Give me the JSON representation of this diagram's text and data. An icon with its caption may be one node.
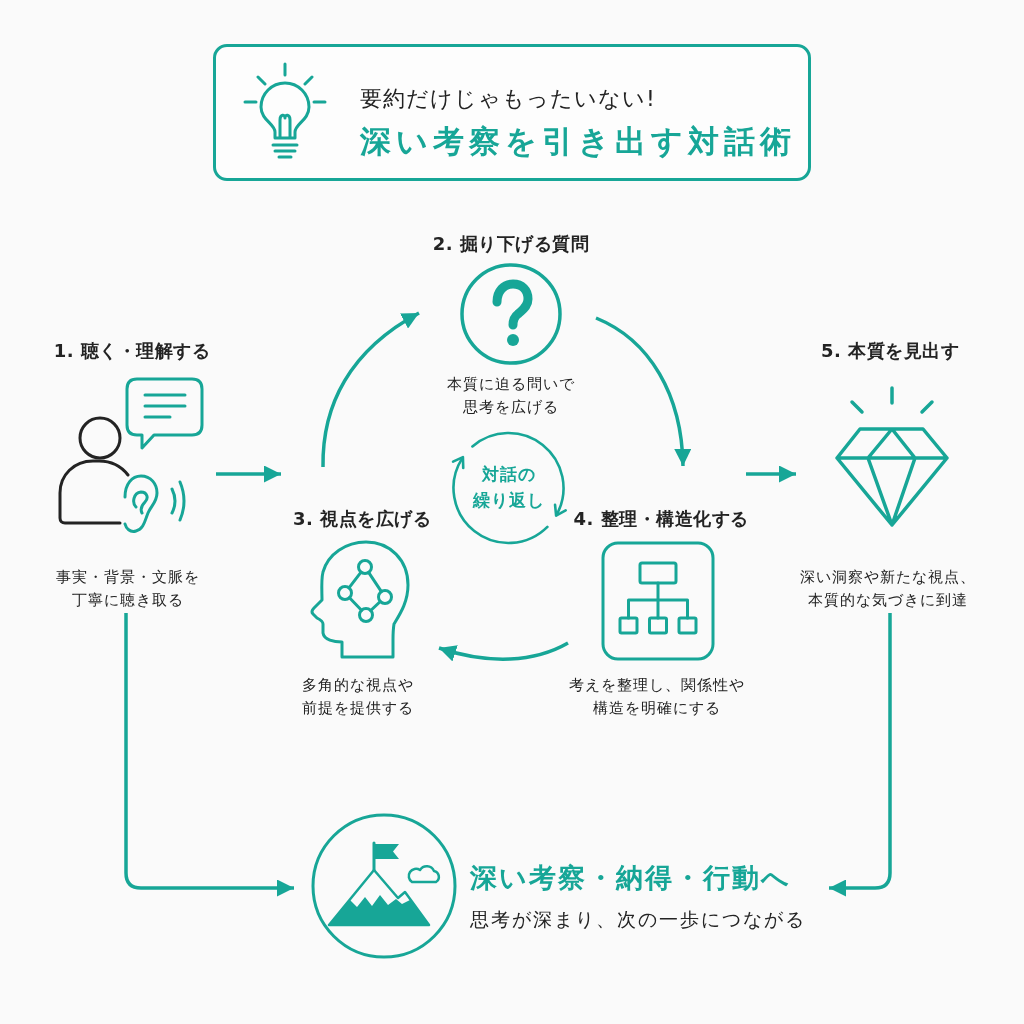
{
  "diagram": {
    "nodes": [
      {
        "text": [
          "要約だけじゃもったいない!",
          "深い考察を引き出す対話術"
        ]
      },
      {
        "text": [
          "1. 聴く・理解する",
          "事実・背景・文脈を丁寧に聴き取る"
        ]
      },
      {
        "text": [
          "2. 掘り下げる質問",
          "本質に迫る問いで思考を広げる"
        ]
      },
      {
        "text": [
          "対話の繰り返し"
        ]
      },
      {
        "text": [
          "3. 視点を広げる",
          "多角的な視点や前提を提供する"
        ]
      },
      {
        "text": [
          "4. 整理・構造化する",
          "考えを整理し、関係性や構造を明確にする"
        ]
      },
      {
        "text": [
          "5. 本質を見出す",
          "深い洞察や新たな視点、本質的な気づきに到達"
        ]
      },
      {
        "text": [
          "深い考察・納得・行動へ",
          "思考が深まり、次の一歩につながる"
        ]
      }
    ],
    "edges": [
      {
        "from": 1,
        "to": 4,
        "arrow": "to"
      },
      {
        "from": 4,
        "to": 2,
        "arrow": "to"
      },
      {
        "from": 2,
        "to": 5,
        "arrow": "to"
      },
      {
        "from": 5,
        "to": 4,
        "arrow": "to"
      },
      {
        "from": 5,
        "to": 6,
        "arrow": "to"
      },
      {
        "from": 1,
        "to": 7,
        "arrow": "to"
      },
      {
        "from": 6,
        "to": 7,
        "arrow": "to"
      }
    ]
  }
}
